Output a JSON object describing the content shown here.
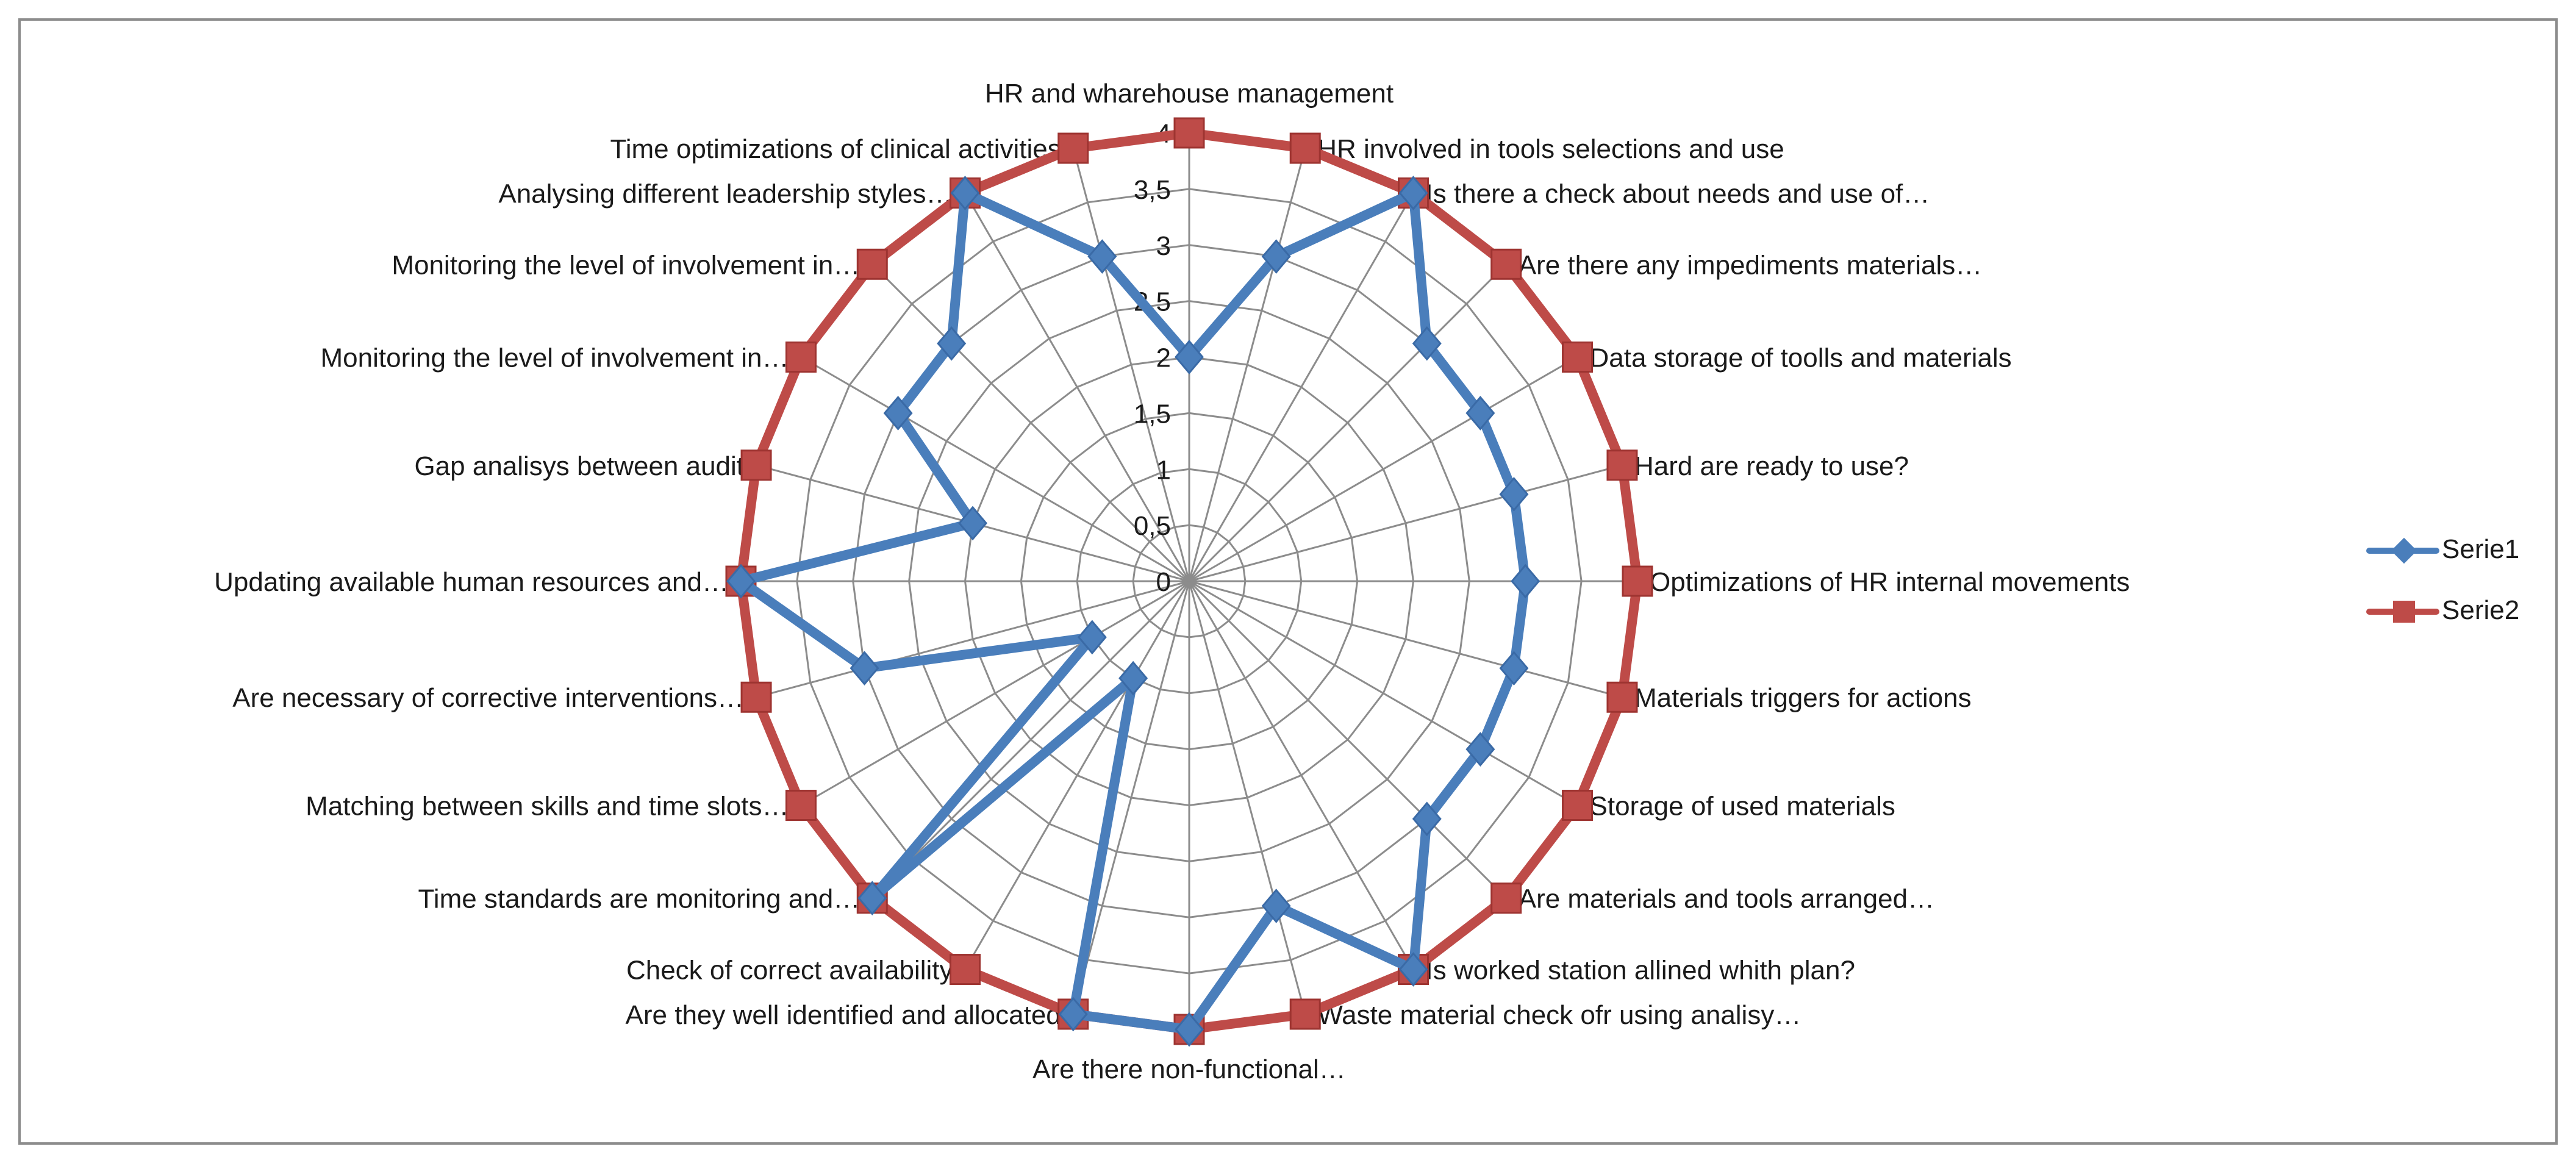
{
  "chart_data": {
    "type": "radar",
    "title": "",
    "categories": [
      "HR and wharehouse management",
      "HR involved in tools selections and use",
      "Is there a check about needs and use of…",
      "Are there any impediments materials…",
      "Data storage of toolls and materials",
      "Hard are ready to use?",
      "Optimizations of HR internal movements",
      "Materials triggers for actions",
      "Storage of used materials",
      "Are materials and tools arranged…",
      "Is worked station allined whith plan?",
      "Waste material check ofr using analisy…",
      "Are there non-functional…",
      "Are they well identified and allocated",
      "Check of correct availability",
      "Time standards are monitoring and…",
      "Matching between skills and time slots…",
      "Are necessary of corrective interventions…",
      "Updating available human resources and…",
      "Gap analisys between audit",
      "Monitoring the level of involvement in…",
      "Monitoring the level of involvement in…",
      "Analysing different leadership styles…",
      "Time optimizations of clinical activities"
    ],
    "series": [
      {
        "name": "Serie1",
        "color": "#4a7ebb",
        "marker": "diamond",
        "values": [
          2,
          3,
          4,
          3,
          3,
          3,
          3,
          3,
          3,
          3,
          4,
          3,
          4,
          4,
          1,
          4,
          1,
          3,
          4,
          2,
          3,
          3,
          4,
          3
        ]
      },
      {
        "name": "Serie2",
        "color": "#be4b48",
        "marker": "square",
        "values": [
          4,
          4,
          4,
          4,
          4,
          4,
          4,
          4,
          4,
          4,
          4,
          4,
          4,
          4,
          4,
          4,
          4,
          4,
          4,
          4,
          4,
          4,
          4,
          4
        ]
      }
    ],
    "rlim": [
      0,
      4
    ],
    "ticks": [
      "0",
      "0,5",
      "1",
      "1,5",
      "2",
      "2,5",
      "3",
      "3,5",
      "4"
    ],
    "grid": true,
    "legend_position": "right"
  }
}
